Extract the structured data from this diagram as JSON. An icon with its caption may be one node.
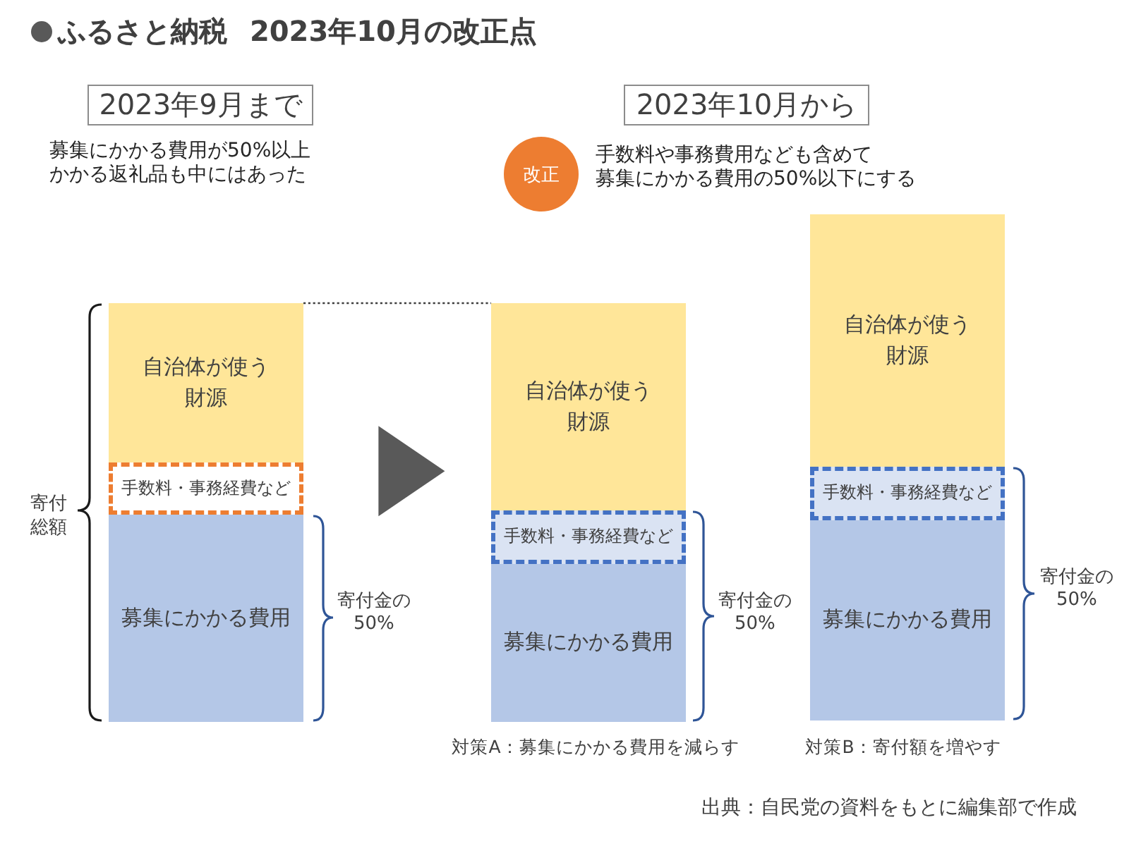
{
  "diagram": {
    "title": "ふるさと納税 2023年10月の改正点",
    "caption": "出典：自民党の資料をもとに編集部で作成",
    "nodes": [
      {
        "text": [
          "2023年9月まで"
        ],
        "beside": [
          "募集にかかる費用が50%以上かかる返礼品も中にはあった"
        ]
      },
      {
        "text": [
          "2023年10月から"
        ]
      },
      {
        "text": [
          "改正"
        ],
        "beside": [
          "手数料や事務費用なども含めて募集にかかる費用の50%以下にする"
        ]
      },
      {
        "text": [],
        "shape": "bar"
      },
      {
        "text": [
          "自治体が使う財源"
        ],
        "in": 3
      },
      {
        "text": [
          "手数料・事務経費など"
        ],
        "in": 3
      },
      {
        "text": [
          "募集にかかる費用"
        ],
        "in": 3
      },
      {
        "text": [],
        "shape": "bar",
        "beside": [
          "対策A：募集にかかる費用を減らす"
        ]
      },
      {
        "text": [
          "自治体が使う財源"
        ],
        "in": 7
      },
      {
        "text": [
          "手数料・事務経費など"
        ],
        "in": 7
      },
      {
        "text": [
          "募集にかかる費用"
        ],
        "in": 7
      },
      {
        "text": [],
        "shape": "bar",
        "beside": [
          "対策B：寄付額を増やす"
        ]
      },
      {
        "text": [
          "自治体が使う財源"
        ],
        "in": 11
      },
      {
        "text": [
          "手数料・事務経費など"
        ],
        "in": 11
      },
      {
        "text": [
          "募集にかかる費用"
        ],
        "in": 11
      }
    ],
    "edges": [
      {
        "from": 3,
        "to": 7,
        "arrow": "to"
      },
      {
        "from": 4,
        "to": 8,
        "arrow": "none",
        "style": "dashed"
      }
    ],
    "labels": [
      "寄付総額",
      "寄付金の50%",
      "寄付金の50%",
      "寄付金の50%"
    ]
  }
}
